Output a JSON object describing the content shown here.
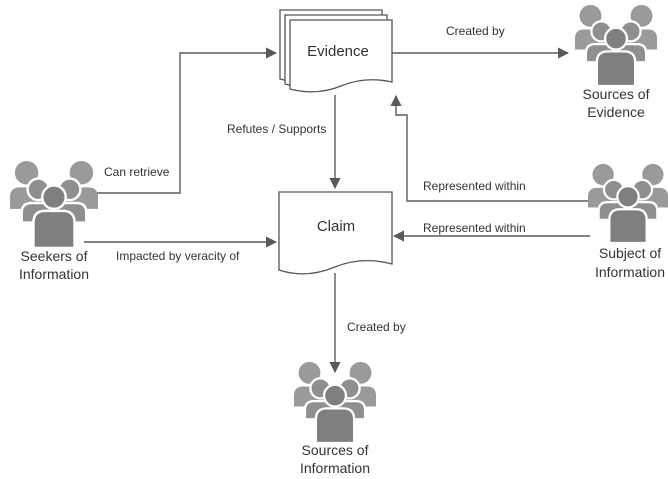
{
  "nodes": {
    "evidence": {
      "label": "Evidence"
    },
    "claim": {
      "label": "Claim"
    },
    "seekers": {
      "label_line1": "Seekers of",
      "label_line2": "Information"
    },
    "sources_evidence": {
      "label_line1": "Sources of",
      "label_line2": "Evidence"
    },
    "subject": {
      "label_line1": "Subject of",
      "label_line2": "Information"
    },
    "sources_information": {
      "label_line1": "Sources of",
      "label_line2": "Information"
    }
  },
  "edges": {
    "evidence_created_by": "Created by",
    "seekers_can_retrieve": "Can retrieve",
    "evidence_refutes_supports": "Refutes / Supports",
    "subject_represented_in_evidence": "Represented within",
    "subject_represented_in_claim": "Represented within",
    "seekers_impacted": "Impacted by veracity of",
    "claim_created_by": "Created by"
  },
  "colors": {
    "line": "#5a5a5a",
    "person": "#8c8c8c",
    "text": "#333333"
  },
  "icons": {
    "group": "people-group-icon",
    "document": "document-stack-icon"
  }
}
